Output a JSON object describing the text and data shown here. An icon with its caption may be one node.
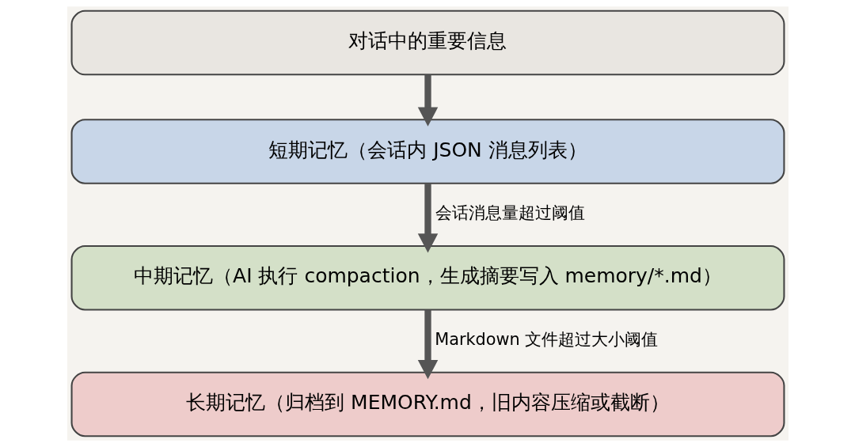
{
  "diagram": {
    "nodes": [
      {
        "text": [
          "对话中的重要信息"
        ]
      },
      {
        "text": [
          "短期记忆（会话内 JSON 消息列表）"
        ]
      },
      {
        "text": [
          "中期记忆（AI 执行 compaction，生成摘要写入 memory/*.md）"
        ]
      },
      {
        "text": [
          "长期记忆（归档到 MEMORY.md，旧内容压缩或截断）"
        ]
      }
    ],
    "edges": [
      {
        "from": 0,
        "to": 1,
        "arrow": "to"
      },
      {
        "from": 1,
        "to": 2,
        "arrow": "to",
        "label": "会话消息量超过阈值"
      },
      {
        "from": 2,
        "to": 3,
        "arrow": "to",
        "label": "Markdown 文件超过大小阈值"
      }
    ]
  }
}
